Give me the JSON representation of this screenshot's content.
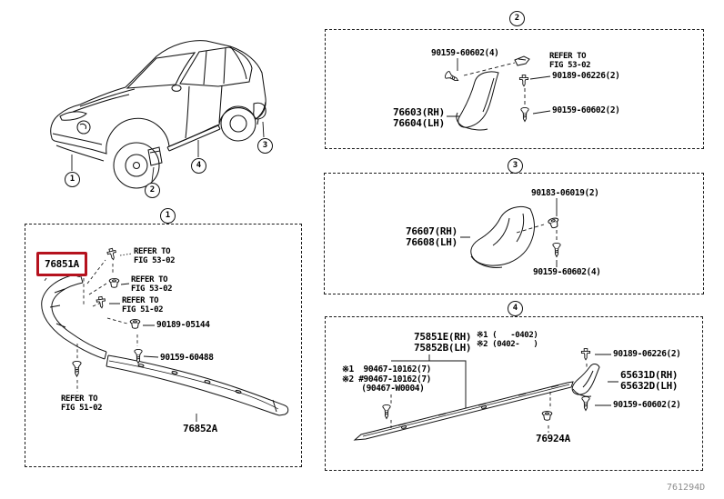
{
  "page": {
    "watermark": "761294D"
  },
  "colors": {
    "line": "#000000",
    "highlight_red": "#b5121e",
    "background": "#ffffff"
  },
  "icons": {
    "screw": "screw-bolt-icon",
    "clip": "push-clip-icon",
    "grommet": "grommet-nut-icon"
  },
  "car": {
    "c1": "1",
    "c2": "2",
    "c3": "3",
    "c4": "4"
  },
  "panel1": {
    "badge": "1",
    "part_main": "76851A",
    "refer1": "REFER TO\nFIG 53-02",
    "refer2": "REFER TO\nFIG 53-02",
    "refer3": "REFER TO\nFIG 51-02",
    "grommet_pn": "90189-05144",
    "screw_pn": "90159-60488",
    "refer4": "REFER TO\nFIG 51-02",
    "part_lower": "76852A"
  },
  "panel2": {
    "badge": "2",
    "screw_top": "90159-60602(4)",
    "refer": "REFER TO\nFIG 53-02",
    "clip_pn": "90189-06226(2)",
    "part": "76603(RH)\n76604(LH)",
    "screw_bottom": "90159-60602(2)"
  },
  "panel3": {
    "badge": "3",
    "nut_pn": "90183-06019(2)",
    "part": "76607(RH)\n76608(LH)",
    "screw_pn": "90159-60602(4)"
  },
  "panel4": {
    "badge": "4",
    "part_moulding": "75851E(RH)\n75852B(LH)",
    "note_dates": "※1 (   -0402)\n※2 (0402-   )",
    "note_parts": "※1  90467-10162(7)\n※2 #90467-10162(7)\n    (90467-W0004)",
    "clip_pn": "90189-06226(2)",
    "part_mudguard": "65631D(RH)\n65632D(LH)",
    "screw_pn": "90159-60602(2)",
    "part_clip": "76924A"
  }
}
